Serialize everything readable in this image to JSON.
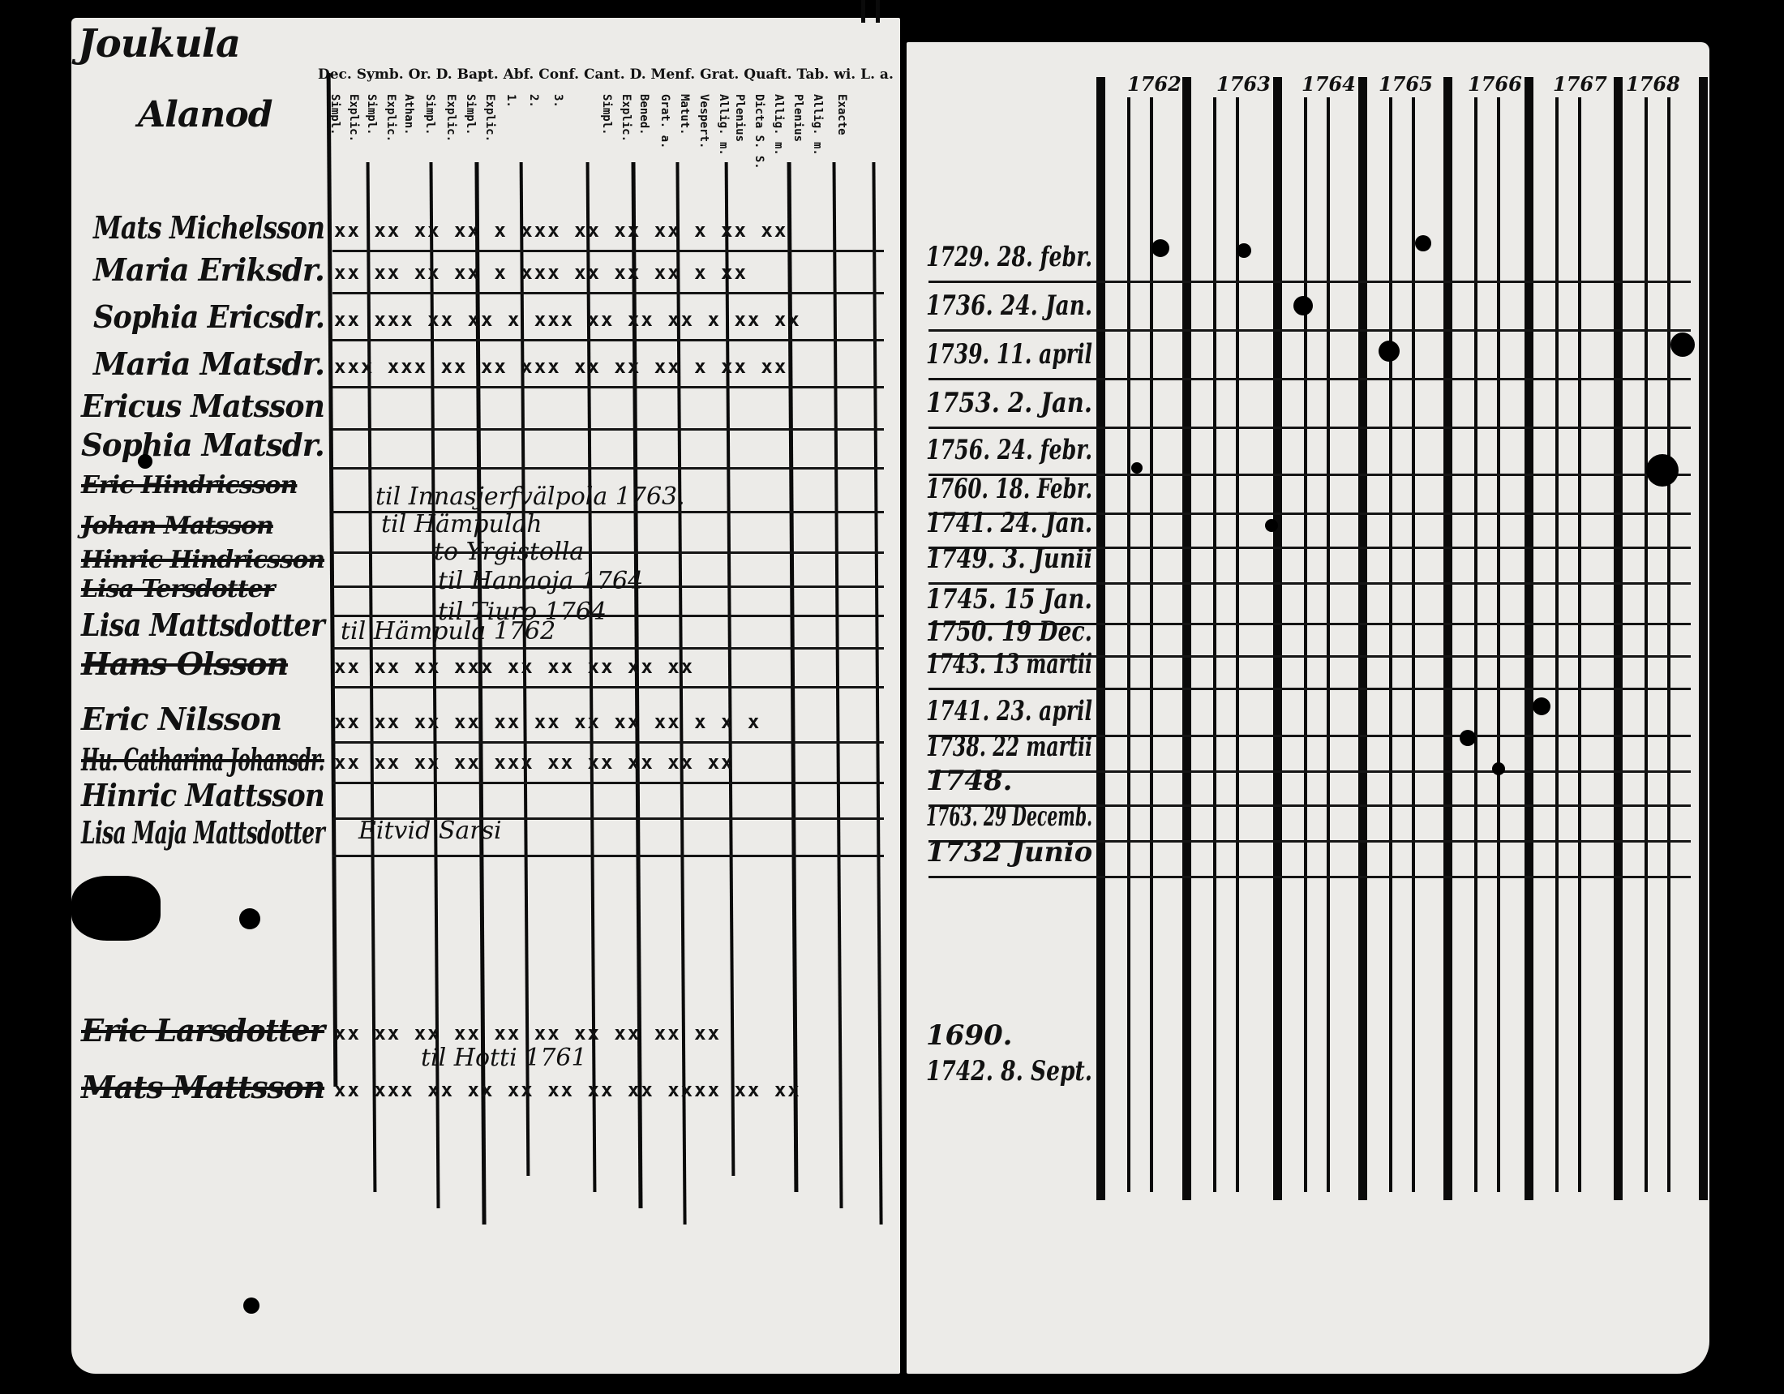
{
  "document": {
    "left_page": {
      "heading": [
        "Joukula",
        "Alanod"
      ],
      "column_header": "Dec. Symb. Or. D. Bapt. Abf. Conf. Cant. D. Menf. Grat. Quaft. Tab. wi. L. a.",
      "column_sublabels": [
        "Simpl.",
        "Explic.",
        "Simpl.",
        "Explic.",
        "Athan.",
        "Simpl.",
        "Explic.",
        "Simpl.",
        "Explic.",
        "1.",
        "2.",
        "3.",
        "Simpl.",
        "Explic.",
        "Bened.",
        "Grat. a.",
        "Matut.",
        "Vespert.",
        "Allig. m.",
        "Plenius",
        "Dicta S. S.",
        "Allig. m.",
        "Plenius",
        "Allig. m.",
        "Exacte"
      ],
      "rows": [
        {
          "name": "Mats Michelsson",
          "struck": false,
          "marks": "xx xx  xx xx x xxx xx xx xx x     xx xx"
        },
        {
          "name": "Maria Eriksdr.",
          "struck": false,
          "marks": "xx xx  xx xx x xxx xx xx xx x      xx"
        },
        {
          "name": "Sophia Ericsdr.",
          "struck": false,
          "marks": "xx xxx xx xx x xxx xx xx xx x    xx xx"
        },
        {
          "name": "Maria Matsdr.",
          "struck": false,
          "marks": "xxx xxx xx xx xxx xx xx xx x     xx xx"
        },
        {
          "name": "Ericus Matsson",
          "struck": false,
          "marks": ""
        },
        {
          "name": "Sophia Matsdr.",
          "struck": false,
          "marks": ""
        },
        {
          "name": "Eric Hindricsson",
          "struck": true,
          "marks": ""
        },
        {
          "name": "Johan Matsson",
          "struck": true,
          "marks": ""
        },
        {
          "name": "Hinric Hindricsson",
          "struck": true,
          "marks": ""
        },
        {
          "name": "Lisa Tersdotter",
          "struck": true,
          "marks": ""
        },
        {
          "name": "Lisa Mattsdotter",
          "struck": false,
          "marks": ""
        },
        {
          "name": "Hans Olsson",
          "struck": true,
          "marks": "xx xx xx xxx xx xx xx     xx xx"
        },
        {
          "name": "Eric Nilsson",
          "struck": false,
          "marks": "xx xx xx xx xx xx xx xx xx x   x  x"
        },
        {
          "name": "Hu. Catharina Johansdr.",
          "struck": true,
          "marks": "xx xx xx xx xxx xx xx xx    xx xx"
        },
        {
          "name": "Hinric Mattsson",
          "struck": false,
          "marks": ""
        },
        {
          "name": "Lisa Maja Mattsdotter",
          "struck": false,
          "marks": ""
        },
        {
          "name": "Eric Larsdotter",
          "struck": true,
          "marks": "xx xx  xx xx xx xx xx xx xx      xx"
        },
        {
          "name": "Mats Mattsson",
          "struck": true,
          "marks": "xx xxx xx xx xx xx xx xx xxxx xx xx"
        }
      ],
      "annotations": [
        "til Innasjerfvälpola 1763.",
        "til Hämpulah",
        "to Yrgistolla",
        "til Hanaoja 1764",
        "til Tiuro 1764",
        "til Hämpula 1762",
        "Eitvid Sarsi",
        "til Hotti 1761"
      ]
    },
    "right_page": {
      "years": [
        "1762",
        "1763",
        "1764",
        "1765",
        "1766",
        "1767",
        "1768"
      ],
      "birth_dates": [
        "1729. 28. febr.",
        "1736. 24. Jan.",
        "1739. 11. april",
        "1753. 2. Jan.",
        "1756. 24. febr.",
        "1760. 18. Febr.",
        "1741. 24. Jan.",
        "1749. 3. Junii",
        "1745. 15 Jan.",
        "1750. 19 Dec.",
        "1743. 13 martii",
        "1741. 23. april",
        "1738. 22 martii",
        "1748.",
        "1763. 29 Decemb.",
        "1732 Junio",
        "1690.",
        "1742. 8. Sept."
      ]
    }
  }
}
